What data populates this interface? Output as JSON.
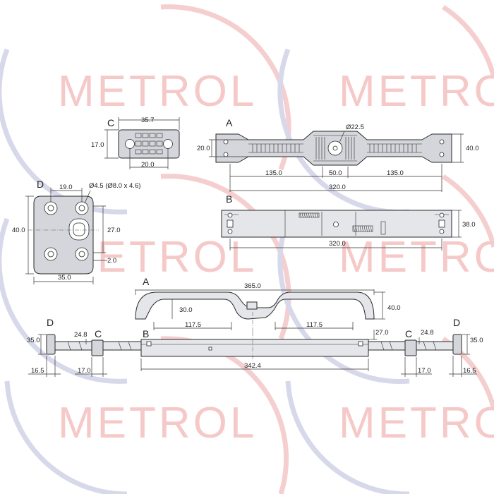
{
  "watermark": {
    "text": "METROL"
  },
  "views": {
    "labels": {
      "A": "A",
      "B": "B",
      "C": "C",
      "D": "D"
    }
  },
  "dims": {
    "c_width": "35.7",
    "c_height": "17.0",
    "c_hole_pitch": "20.0",
    "a_height_small": "20.0",
    "a_dia": "Ø22.5",
    "a_height": "40.0",
    "a_side1": "135.0",
    "a_mid": "50.0",
    "a_side2": "135.0",
    "a_total": "320.0",
    "d_pitch": "19.0",
    "d_holes": "Ø4.5  (Ø8.0 x 4.6)",
    "d_height": "40.0",
    "d_inner": "27.0",
    "d_thk": "2.0",
    "d_width": "35.0",
    "b_height": "38.0",
    "b_total": "320.0",
    "asm_a_total": "365.0",
    "asm_a_inner_h": "30.0",
    "asm_a_h": "40.0",
    "asm_a_span1": "117.5",
    "asm_a_span2": "117.5",
    "asm_b_h": "27.0",
    "asm_d_h_left": "35.0",
    "asm_c_w_left": "24.8",
    "asm_c_w_right": "24.8",
    "asm_d_h_right": "35.0",
    "asm_b_len": "342.4",
    "asm_d_w_left": "16.5",
    "asm_c_l_left": "17.0",
    "asm_c_l_right": "17.0",
    "asm_d_w_right": "16.5"
  },
  "colors": {
    "watermark": "#f6c9c9",
    "arc_red": "#f3c3c3",
    "arc_blue": "#cfd2e6",
    "part": "#d4d6db"
  }
}
